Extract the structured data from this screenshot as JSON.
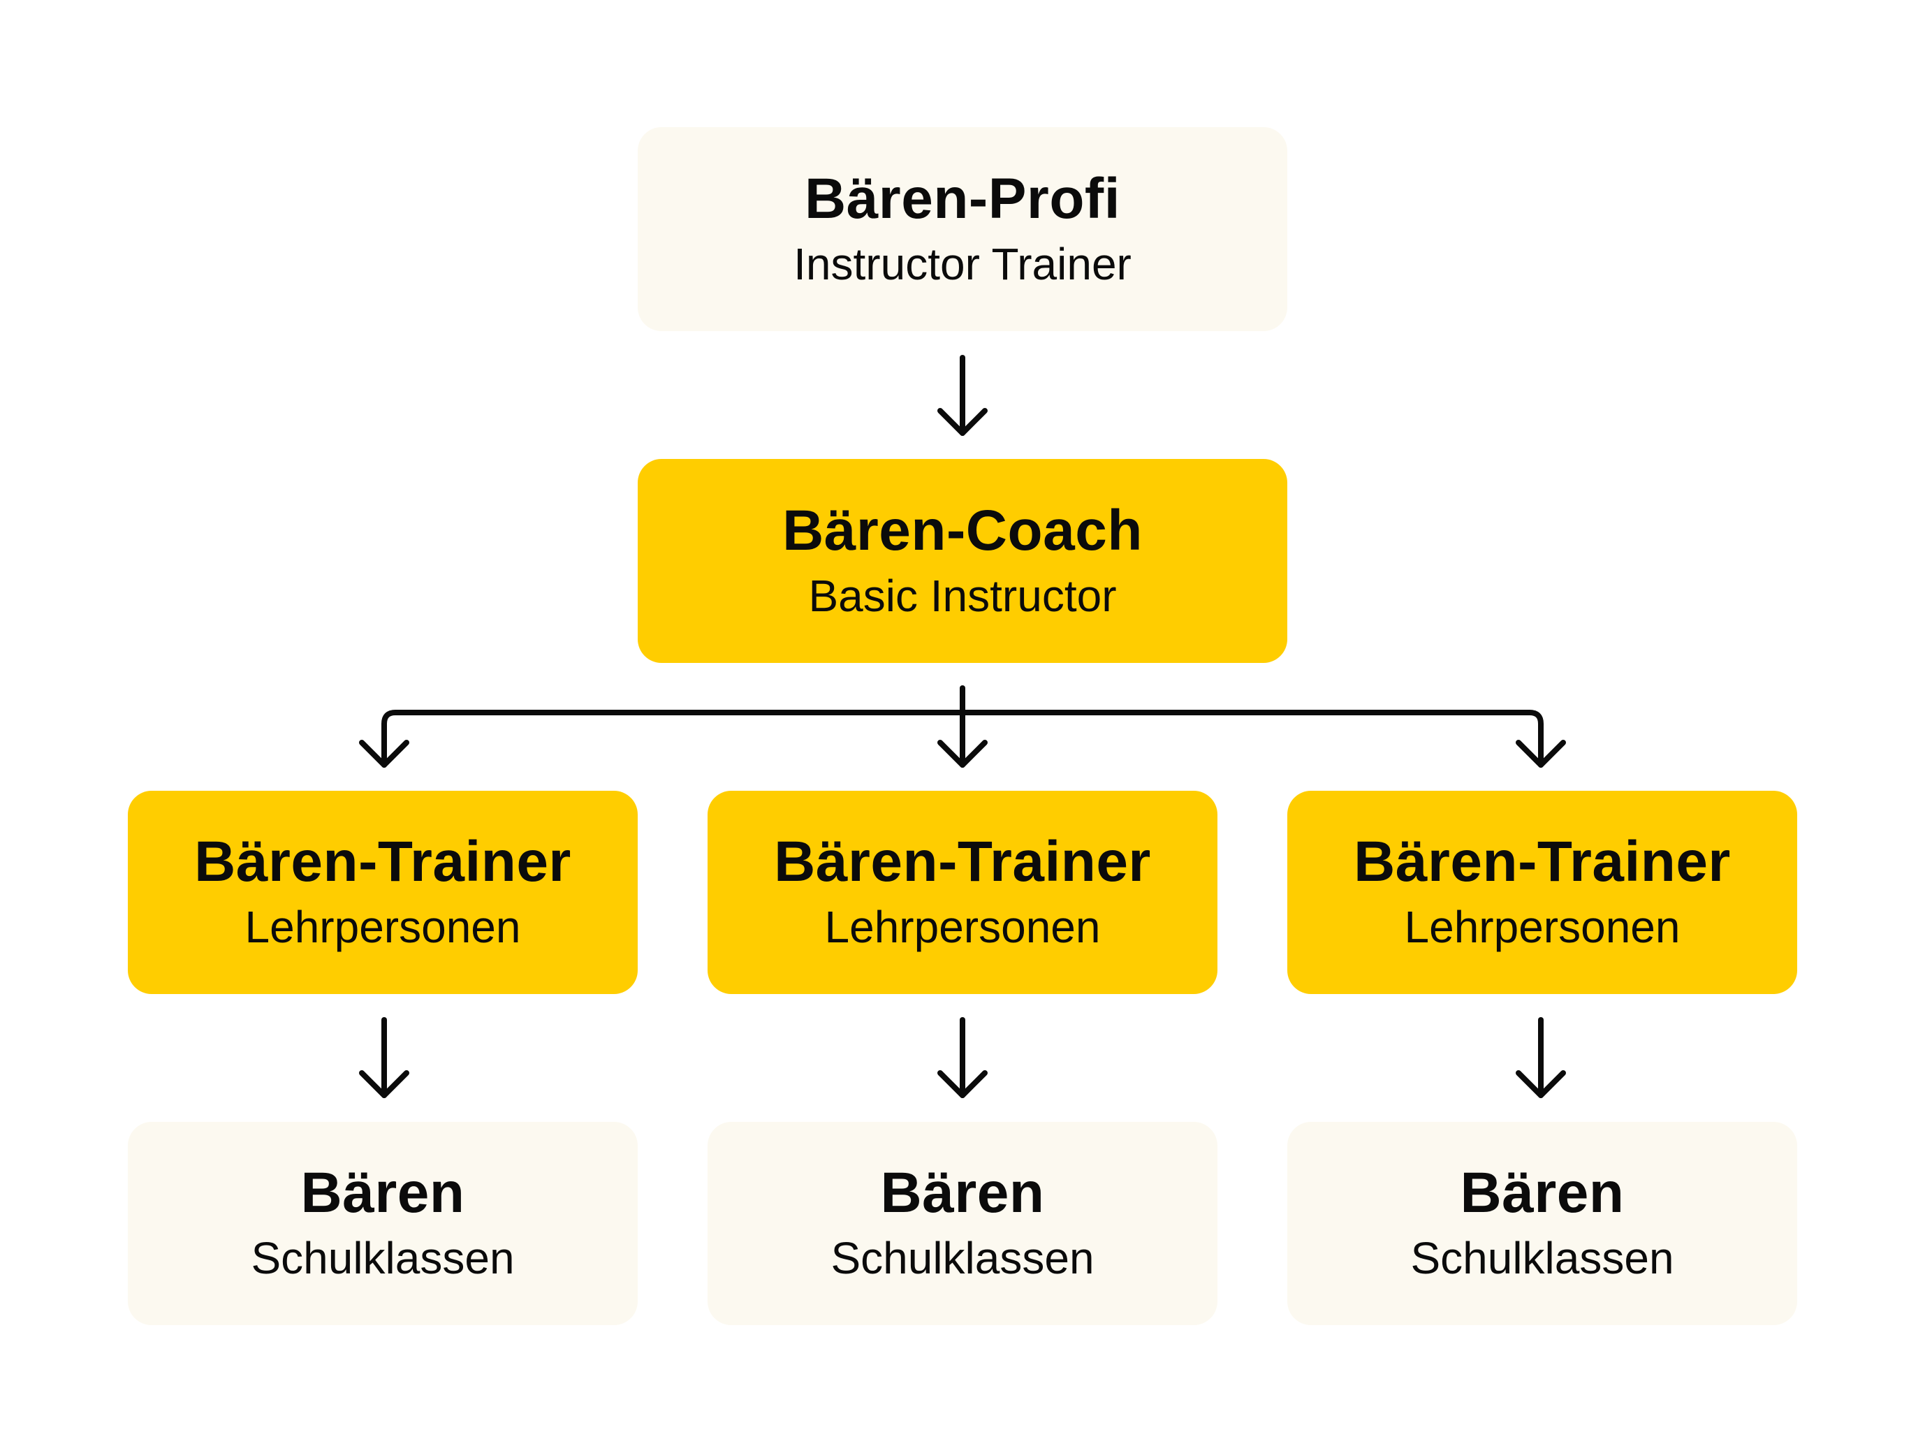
{
  "colors": {
    "accent_yellow": "#ffcd00",
    "light_box": "#fcf9f0",
    "line": "#0b0b0b",
    "text": "#0b0b0b"
  },
  "levels": {
    "profi": {
      "title": "Bären-Profi",
      "subtitle": "Instructor Trainer"
    },
    "coach": {
      "title": "Bären-Coach",
      "subtitle": "Basic Instructor"
    },
    "trainers": [
      {
        "title": "Bären-Trainer",
        "subtitle": "Lehrpersonen"
      },
      {
        "title": "Bären-Trainer",
        "subtitle": "Lehrpersonen"
      },
      {
        "title": "Bären-Trainer",
        "subtitle": "Lehrpersonen"
      }
    ],
    "baeren": [
      {
        "title": "Bären",
        "subtitle": "Schulklassen"
      },
      {
        "title": "Bären",
        "subtitle": "Schulklassen"
      },
      {
        "title": "Bären",
        "subtitle": "Schulklassen"
      }
    ]
  }
}
